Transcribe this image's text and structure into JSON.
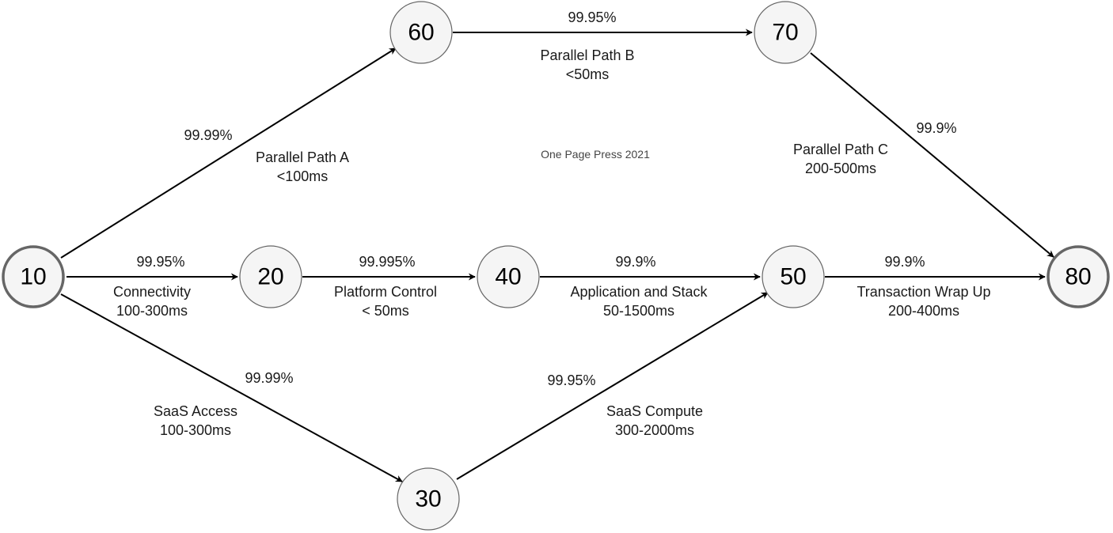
{
  "nodes": {
    "n10": "10",
    "n20": "20",
    "n30": "30",
    "n40": "40",
    "n50": "50",
    "n60": "60",
    "n70": "70",
    "n80": "80"
  },
  "edges": {
    "e10_20": {
      "availability": "99.95%",
      "name": "Connectivity",
      "latency": "100-300ms"
    },
    "e20_40": {
      "availability": "99.995%",
      "name": "Platform Control",
      "latency": "< 50ms"
    },
    "e40_50": {
      "availability": "99.9%",
      "name": "Application and Stack",
      "latency": "50-1500ms"
    },
    "e50_80": {
      "availability": "99.9%",
      "name": "Transaction Wrap Up",
      "latency": "200-400ms"
    },
    "e10_60": {
      "availability": "99.99%",
      "name": "Parallel Path A",
      "latency": "<100ms"
    },
    "e60_70": {
      "availability": "99.95%",
      "name": "Parallel Path B",
      "latency": "<50ms"
    },
    "e70_80": {
      "availability": "99.9%",
      "name": "Parallel Path C",
      "latency": "200-500ms"
    },
    "e10_30": {
      "availability": "99.99%",
      "name": "SaaS Access",
      "latency": "100-300ms"
    },
    "e30_50": {
      "availability": "99.95%",
      "name": "SaaS Compute",
      "latency": "300-2000ms"
    }
  },
  "watermark": "One Page Press 2021"
}
